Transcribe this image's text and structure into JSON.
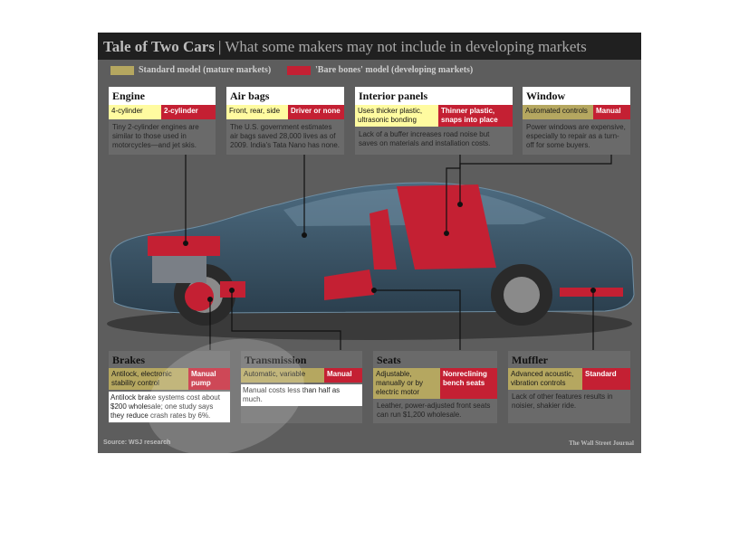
{
  "header": {
    "title": "Tale of Two Cars",
    "separator": "|",
    "subtitle": "What some makers may not include in developing markets"
  },
  "legend": {
    "standard": "Standard model (mature markets)",
    "barebones": "'Bare bones' model (developing markets)"
  },
  "colors": {
    "standard": "#b5a760",
    "barebones": "#c42033",
    "background": "#5d5d5d",
    "car_body": "#3f5a6e"
  },
  "parts": {
    "engine": {
      "name": "Engine",
      "standard": "4-cylinder",
      "barebones": "2-cylinder",
      "description": "Tiny 2-cylinder engines are similar to those used in motorcycles—and jet skis."
    },
    "airbags": {
      "name": "Air bags",
      "standard": "Front, rear, side",
      "barebones": "Driver or none",
      "description": "The U.S. government estimates air bags saved 28,000 lives as of 2009. India's Tata Nano has none."
    },
    "interior": {
      "name": "Interior panels",
      "standard": "Uses thicker plastic, ultrasonic bonding",
      "barebones": "Thinner plastic, snaps into place",
      "description": "Lack of a buffer increases road noise but saves on materials and installation costs."
    },
    "window": {
      "name": "Window",
      "standard": "Automated controls",
      "barebones": "Manual",
      "description": "Power windows are expensive, especially to repair as a turn-off for some buyers."
    },
    "brakes": {
      "name": "Brakes",
      "standard": "Antilock, electronic stability control",
      "barebones": "Manual pump",
      "description": "Antilock brake systems cost about $200 wholesale; one study says they reduce crash rates by 6%."
    },
    "transmission": {
      "name": "Transmission",
      "standard": "Automatic, variable",
      "barebones": "Manual",
      "description": "Manual costs less than half as much."
    },
    "seats": {
      "name": "Seats",
      "standard": "Adjustable, manually or by electric motor",
      "barebones": "Nonreclining bench seats",
      "description": "Leather, power-adjusted front seats can run $1,200 wholesale."
    },
    "muffler": {
      "name": "Muffler",
      "standard": "Advanced acoustic, vibration controls",
      "barebones": "Standard",
      "description": "Lack of other features results in noisier, shakier ride."
    }
  },
  "footer": {
    "source": "Source: WSJ research",
    "credit": "The Wall Street Journal"
  }
}
